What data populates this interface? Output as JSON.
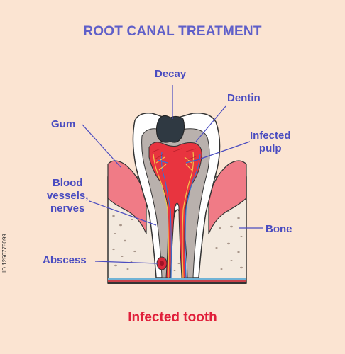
{
  "title": "ROOT CANAL TREATMENT",
  "caption": "Infected tooth",
  "side_id": "ID 1256778099",
  "labels": {
    "decay": "Decay",
    "dentin": "Dentin",
    "gum": "Gum",
    "infected_pulp": "Infected\npulp",
    "blood_vessels": "Blood\nvessels,\nnerves",
    "bone": "Bone",
    "abscess": "Abscess"
  },
  "colors": {
    "background": "#fbe4d2",
    "title": "#5f5fc9",
    "label": "#4a4cc0",
    "caption": "#e01f3a",
    "gum": "#f07b86",
    "bone": "#f3e9de",
    "dentin": "#b9b1ad",
    "pulp": "#e8343f",
    "decay": "#2f3942",
    "enamel": "#ffffff"
  }
}
